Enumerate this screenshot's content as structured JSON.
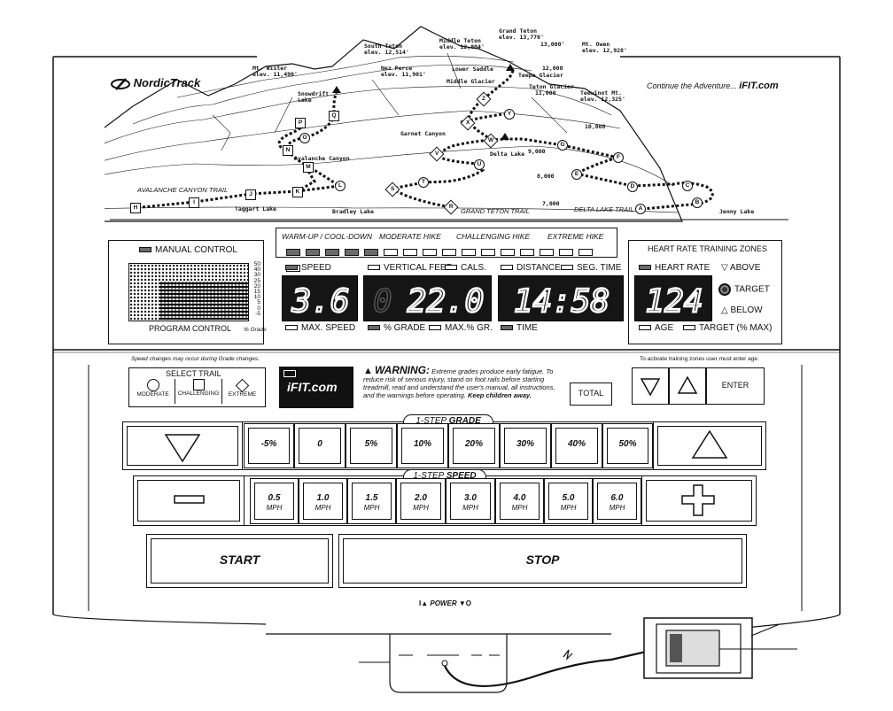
{
  "map": {
    "peaks": [
      {
        "name": "Grand Teton",
        "elev": "elev. 13,770'"
      },
      {
        "name": "Middle Teton",
        "elev": "elev. 12,804'"
      },
      {
        "name": "South Teton",
        "elev": "elev. 12,514'"
      },
      {
        "name": "Mt. Owen",
        "elev": "elev. 12,928'"
      },
      {
        "name": "Mt. Wister",
        "elev": "elev. 11,490'"
      },
      {
        "name": "Nez Perce",
        "elev": "elev. 11,901'"
      },
      {
        "name": "Teewinot Mt.",
        "elev": "elev. 12,325'"
      }
    ],
    "places": [
      "Lower Saddle",
      "Middle Glacier",
      "Teepe Glacier",
      "Teton Glacier",
      "Snowdrift Lake",
      "Garnet Canyon",
      "Avalanche Canyon",
      "Delta Lake",
      "Taggart Lake",
      "Bradley Lake",
      "Jenny Lake"
    ],
    "contours": [
      "13,000'",
      "12,000",
      "11,000",
      "10,000",
      "9,000",
      "8,000",
      "7,000"
    ],
    "trails": [
      "AVALANCHE CANYON TRAIL",
      "GRAND TETON TRAIL",
      "DELTA LAKE TRAIL"
    ],
    "tagline": "Continue the Adventure...",
    "brand": "NordicTrack",
    "ifit": "iFIT.com",
    "waypoints": [
      "H",
      "I",
      "J",
      "K",
      "L",
      "M",
      "N",
      "O",
      "P",
      "Q",
      "A",
      "B",
      "C",
      "D",
      "E",
      "F",
      "G",
      "R",
      "S",
      "T",
      "U",
      "V",
      "W",
      "X",
      "Y",
      "Z"
    ]
  },
  "manual": {
    "label": "MANUAL CONTROL",
    "program": "PROGRAM CONTROL",
    "grade_label": "% Grade",
    "scale": [
      "50",
      "40",
      "30",
      "25",
      "20",
      "15",
      "10",
      "5",
      "0",
      "-5"
    ]
  },
  "workouts": [
    "WARM-UP / COOL-DOWN",
    "MODERATE HIKE",
    "CHALLENGING HIKE",
    "EXTREME HIKE"
  ],
  "displays": {
    "speed": {
      "label": "SPEED",
      "value": "3.6",
      "sub": "MAX. SPEED"
    },
    "grade": {
      "label_a": "VERTICAL FEET",
      "label_b": "CALS.",
      "value": "22.0",
      "sub_a": "% GRADE",
      "sub_b": "MAX.% GR."
    },
    "time": {
      "label_a": "DISTANCE",
      "label_b": "SEG. TIME",
      "value": "14:58",
      "sub": "TIME"
    },
    "hr": {
      "label": "HEART RATE",
      "value": "124",
      "sub_a": "AGE",
      "sub_b": "TARGET (% MAX)"
    }
  },
  "hrzones": {
    "title": "HEART RATE TRAINING ZONES",
    "above": "ABOVE",
    "target": "TARGET",
    "below": "BELOW",
    "note": "To activate training zones user must enter age.",
    "enter": "ENTER"
  },
  "trail_select": {
    "note": "Speed changes may occur during Grade changes.",
    "title": "SELECT TRAIL",
    "moderate": "MODERATE",
    "challenging": "CHALLENGING",
    "extreme": "EXTREME"
  },
  "warning": {
    "title": "WARNING:",
    "lead": "Extreme grades produce early fatigue.",
    "body": "To reduce risk of serious injury, stand on foot rails before starting treadmill, read and understand the user's manual, all instructions, and the warnings before operating.",
    "bold": "Keep children away."
  },
  "total": "TOTAL",
  "grade_row": {
    "title": "1-STEP",
    "title_b": "GRADE",
    "keys": [
      "-5%",
      "0",
      "5%",
      "10%",
      "20%",
      "30%",
      "40%",
      "50%"
    ]
  },
  "speed_row": {
    "title": "1-STEP",
    "title_b": "SPEED",
    "keys": [
      "0.5",
      "1.0",
      "1.5",
      "2.0",
      "3.0",
      "4.0",
      "5.0",
      "6.0"
    ],
    "unit": "MPH"
  },
  "start": "START",
  "stop": "STOP",
  "power": "POWER"
}
